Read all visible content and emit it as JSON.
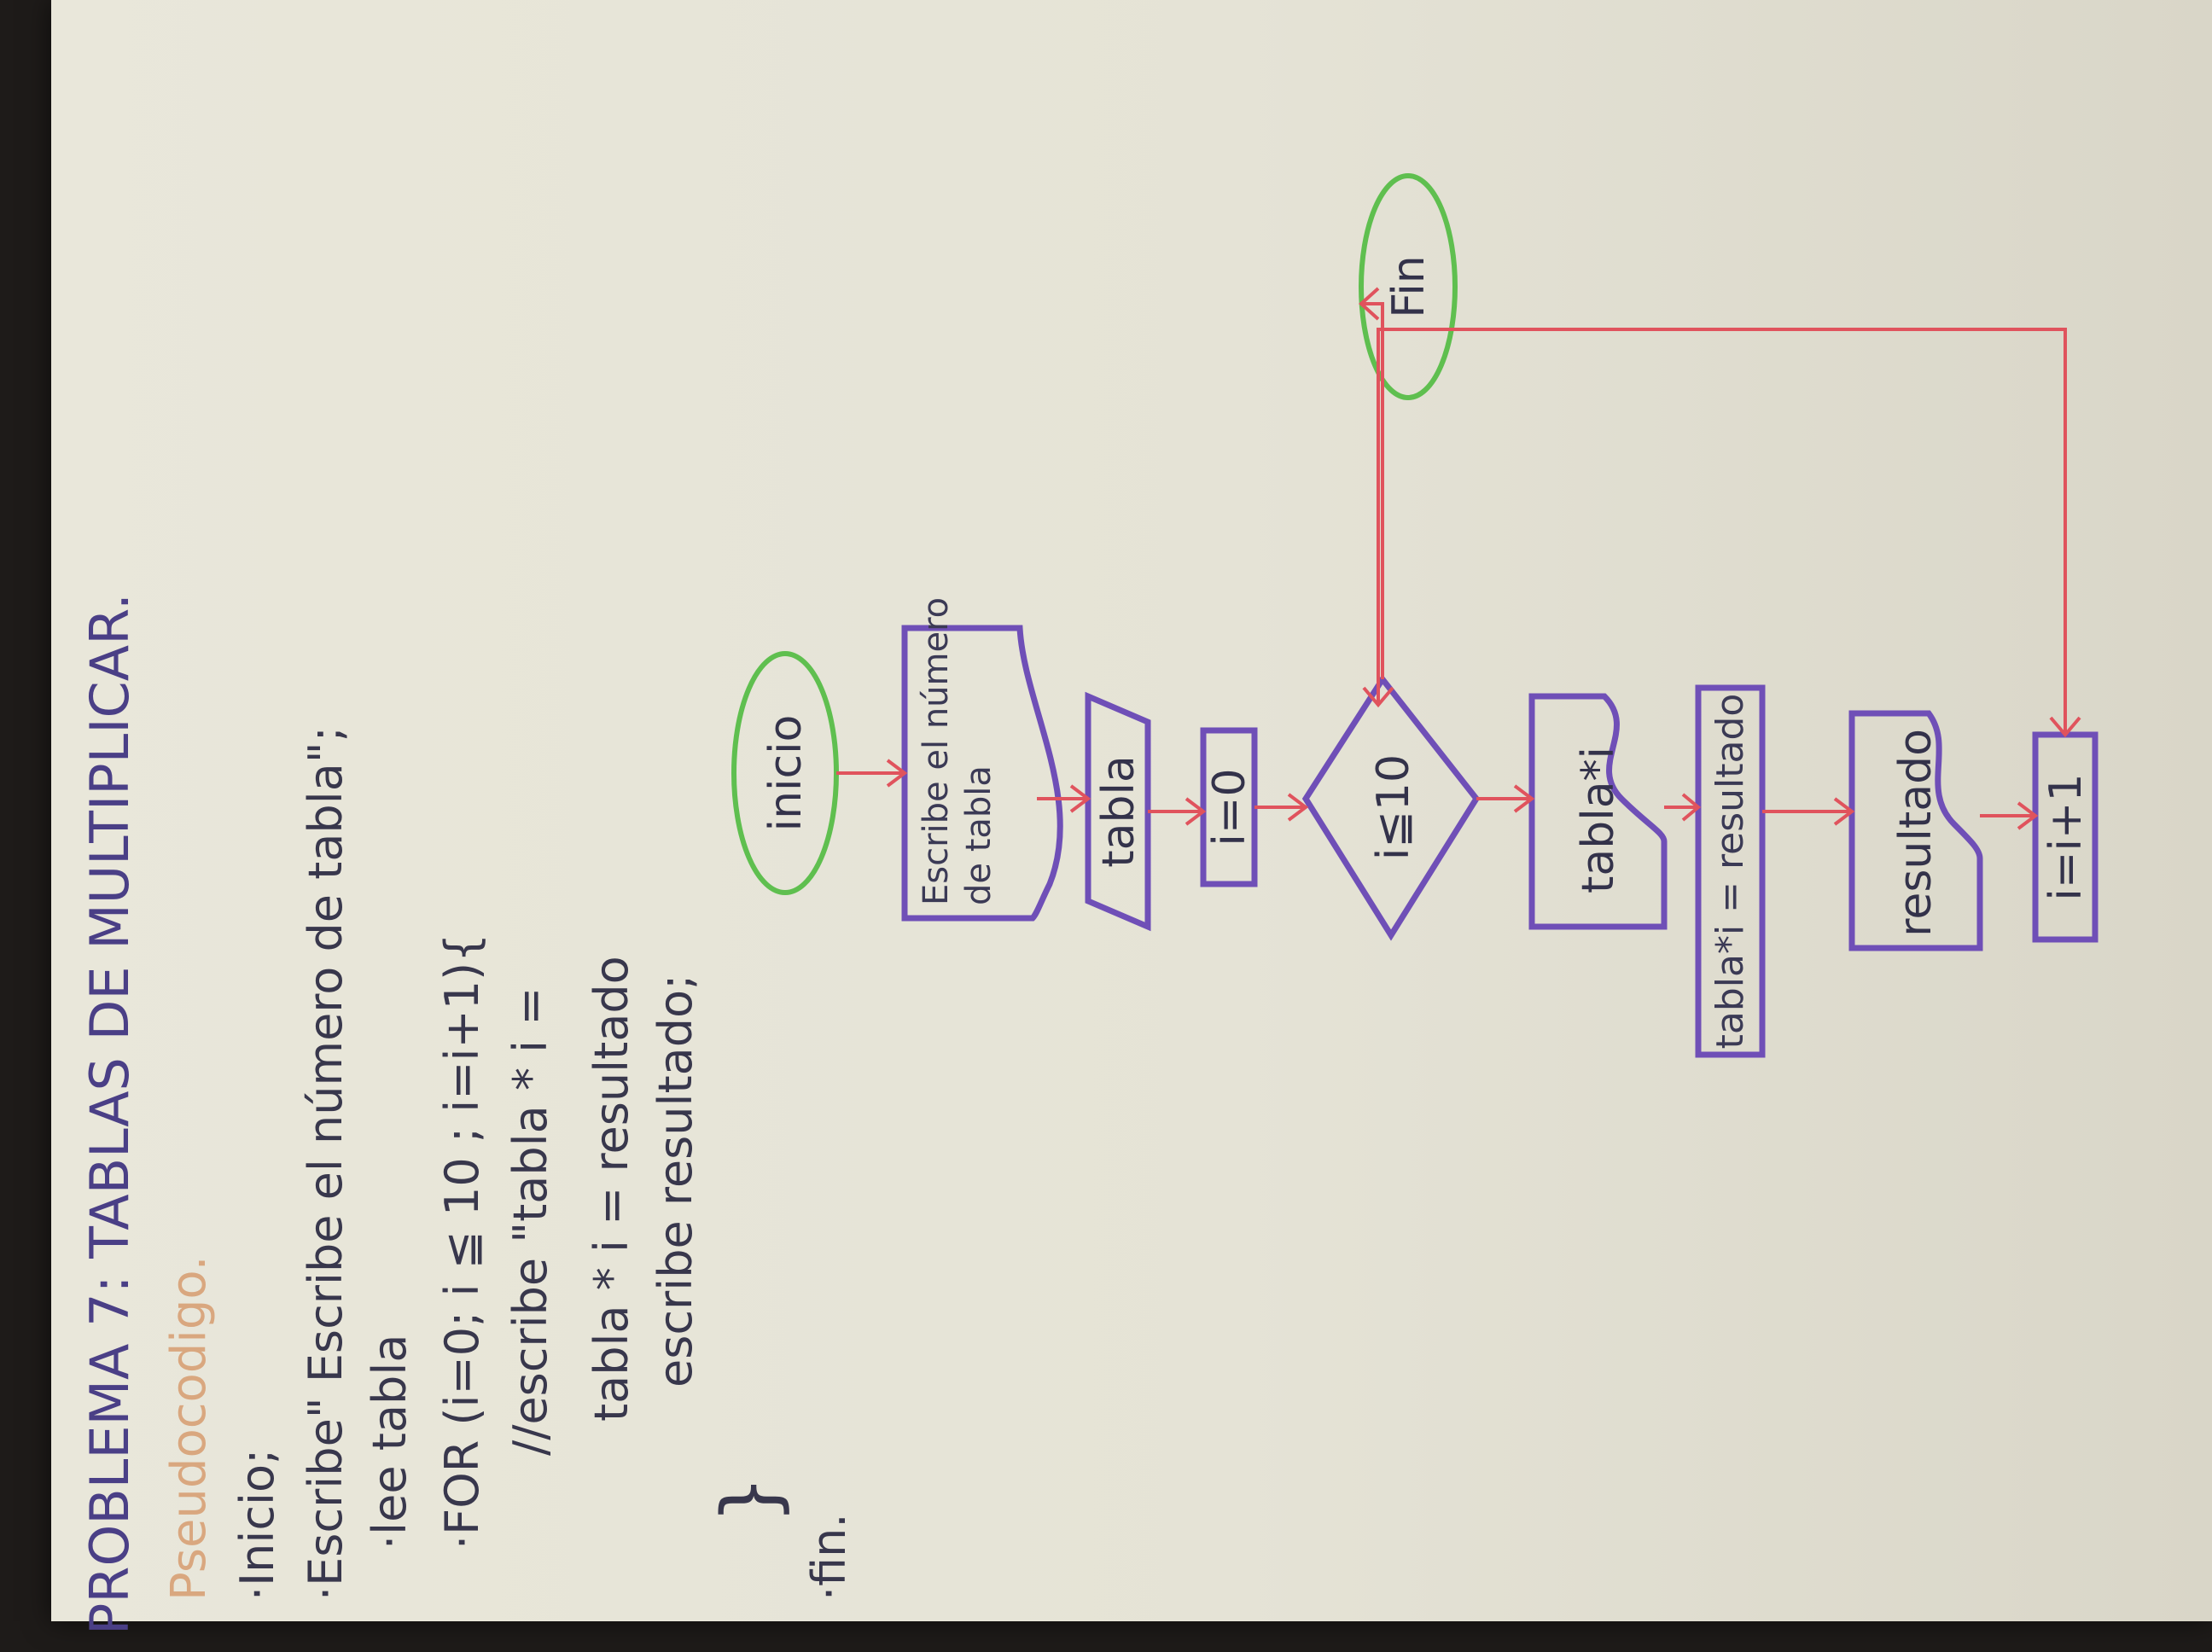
{
  "title": "PROBLEMA 7: TABLAS DE MULTIPLICAR.",
  "pseudocode_heading": "Pseudocodigo.",
  "pseudocode": {
    "line1": "·Inicio;",
    "line2": "·Escribe\" Escribe el número de tabla\";",
    "line3": "·lee tabla",
    "line4": "·FOR (i=0; i ≦ 10 ; i=i+1){",
    "line5": "//escribe \"tabla * i =",
    "line6": "tabla * i = resultado",
    "line7": "escribe resultado;",
    "line8": "}",
    "line9": "·fin."
  },
  "flowchart": {
    "start": "inicio",
    "prompt_line1": "Escribe el número",
    "prompt_line2": "de tabla",
    "input": "tabla",
    "init": "i=0",
    "decision": "i≦10",
    "output_expr": "tabla*i",
    "process": "tabla*i = resultado",
    "output_result": "resultado",
    "increment": "i=i+1",
    "end": "Fin"
  },
  "colors": {
    "outline_purple": "#6f4fb7",
    "terminal_green": "#5fbf4f",
    "arrow_red": "#e0535d",
    "pseudocode_heading": "#d9a77f"
  }
}
